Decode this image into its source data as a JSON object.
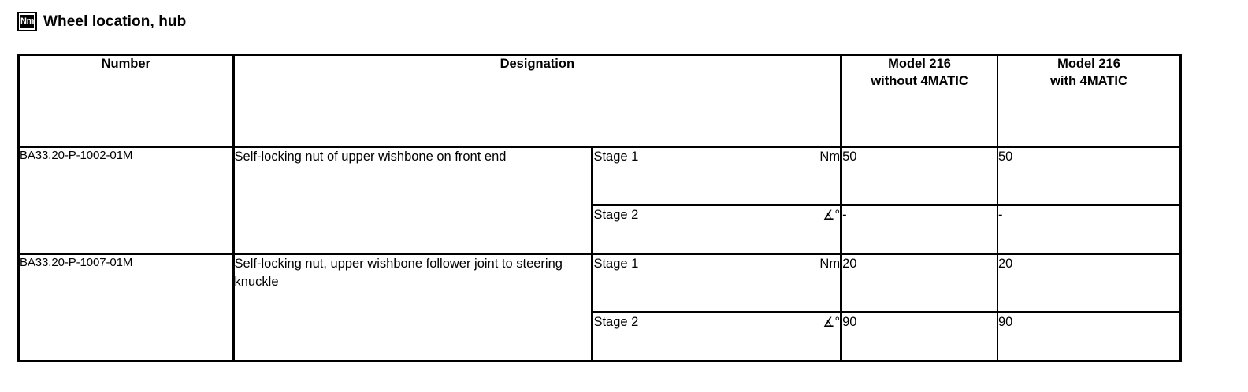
{
  "header": {
    "badge_text": "Nm",
    "badge_icon": "torque-badge-icon",
    "title": "Wheel location, hub"
  },
  "table": {
    "columns": [
      {
        "key": "number",
        "label": "Number"
      },
      {
        "key": "designation",
        "label": "Designation"
      },
      {
        "key": "stage",
        "label": ""
      },
      {
        "key": "unit",
        "label": ""
      },
      {
        "key": "model_without_4matic",
        "label": "Model 216\nwithout 4MATIC"
      },
      {
        "key": "model_with_4matic",
        "label": "Model 216\nwith 4MATIC"
      }
    ],
    "rows": [
      {
        "number": "BA33.20-P-1002-01M",
        "designation": "Self-locking nut of upper wishbone on front end",
        "stages": [
          {
            "stage": "Stage 1",
            "unit": "Nm",
            "unit_kind": "torque",
            "model_without_4matic": "50",
            "model_with_4matic": "50"
          },
          {
            "stage": "Stage 2",
            "unit": "°",
            "unit_kind": "angle",
            "model_without_4matic": "-",
            "model_with_4matic": "-"
          }
        ]
      },
      {
        "number": "BA33.20-P-1007-01M",
        "designation": "Self-locking nut, upper wishbone follower joint to steering knuckle",
        "stages": [
          {
            "stage": "Stage 1",
            "unit": "Nm",
            "unit_kind": "torque",
            "model_without_4matic": "20",
            "model_with_4matic": "20"
          },
          {
            "stage": "Stage 2",
            "unit": "°",
            "unit_kind": "angle",
            "model_without_4matic": "90",
            "model_with_4matic": "90"
          }
        ]
      }
    ]
  },
  "colors": {
    "ink": "#000000",
    "paper": "#ffffff"
  }
}
